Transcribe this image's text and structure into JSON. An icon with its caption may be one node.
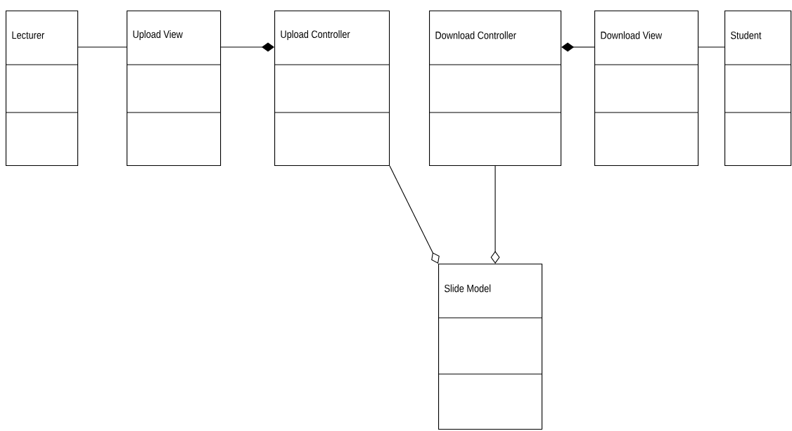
{
  "diagram": {
    "nodes": [
      {
        "text": [
          "Lecturer"
        ]
      },
      {
        "text": [
          "Upload View"
        ]
      },
      {
        "text": [
          "Upload Controller"
        ]
      },
      {
        "text": [
          "Download Controller"
        ]
      },
      {
        "text": [
          "Download View"
        ]
      },
      {
        "text": [
          "Student"
        ]
      },
      {
        "text": [
          "Slide Model"
        ]
      }
    ],
    "edges": [
      {
        "from": 0,
        "to": 1,
        "arrow": "none"
      },
      {
        "from": 1,
        "to": 2,
        "arrow": "other"
      },
      {
        "from": 4,
        "to": 3,
        "arrow": "other"
      },
      {
        "from": 4,
        "to": 5,
        "arrow": "none"
      },
      {
        "from": 2,
        "to": 6,
        "arrow": "other"
      },
      {
        "from": 3,
        "to": 6,
        "arrow": "other"
      }
    ]
  }
}
